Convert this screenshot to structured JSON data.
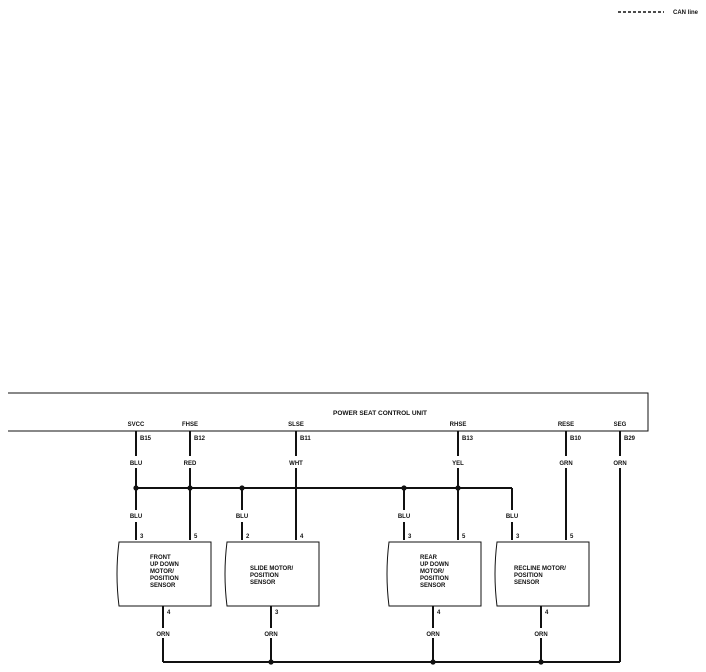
{
  "legend": {
    "label": "CAN line"
  },
  "control_unit": {
    "title": "POWER SEAT CONTROL UNIT"
  },
  "pins": [
    {
      "signal": "SVCC",
      "terminal": "B15",
      "wire": "BLU"
    },
    {
      "signal": "FHSE",
      "terminal": "B12",
      "wire": "RED"
    },
    {
      "signal": "SLSE",
      "terminal": "B11",
      "wire": "WHT"
    },
    {
      "signal": "RHSE",
      "terminal": "B13",
      "wire": "YEL"
    },
    {
      "signal": "RESE",
      "terminal": "B10",
      "wire": "GRN"
    },
    {
      "signal": "SEG",
      "terminal": "B29",
      "wire": "ORN"
    }
  ],
  "motors": [
    {
      "name": "FRONT\nUP DOWN\nMOTOR/\nPOSITION\nSENSOR",
      "feed_wire": "BLU",
      "feed_pin": "3",
      "signal_pin": "5",
      "ground_pin": "4",
      "ground_wire": "ORN"
    },
    {
      "name": "SLIDE MOTOR/\nPOSITION\nSENSOR",
      "feed_wire": "BLU",
      "feed_pin": "2",
      "signal_pin": "4",
      "ground_pin": "3",
      "ground_wire": "ORN"
    },
    {
      "name": "REAR\nUP DOWN\nMOTOR/\nPOSITION\nSENSOR",
      "feed_wire": "BLU",
      "feed_pin": "3",
      "signal_pin": "5",
      "ground_pin": "4",
      "ground_wire": "ORN"
    },
    {
      "name": "RECLINE MOTOR/\nPOSITION\nSENSOR",
      "feed_wire": "BLU",
      "feed_pin": "3",
      "signal_pin": "5",
      "ground_pin": "4",
      "ground_wire": "ORN"
    }
  ]
}
